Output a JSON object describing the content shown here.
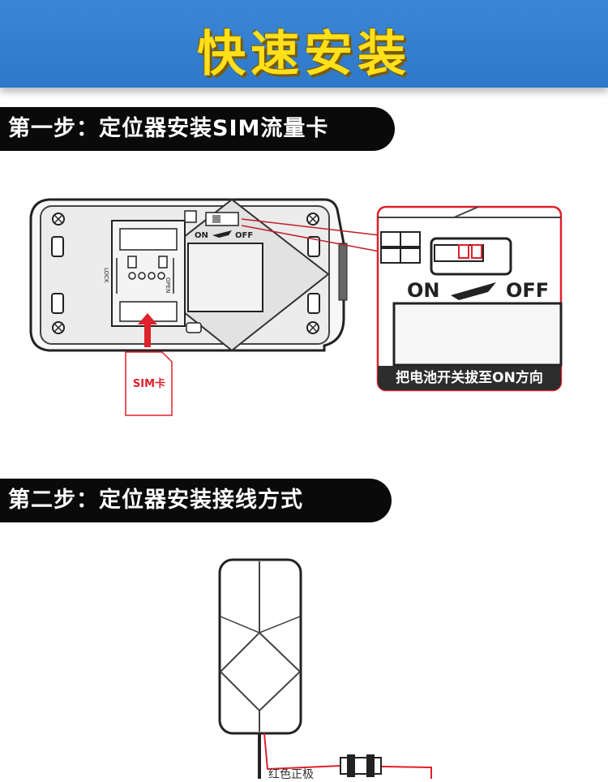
{
  "banner": {
    "title": "快速安装"
  },
  "step1": {
    "title": "第一步：定位器安装SIM流量卡"
  },
  "step2": {
    "title": "第二步：定位器安装接线方式"
  },
  "device_diagram": {
    "switch_on": "ON",
    "switch_off": "OFF",
    "slot_lock": "LOCK",
    "slot_open": "OPEN",
    "sim_card_label": "SIM卡"
  },
  "zoom_callout": {
    "switch_on": "ON",
    "switch_off": "OFF",
    "note": "把电池开关拔至ON方向"
  },
  "wiring": {
    "red_wire_label": "红色正极"
  },
  "colors": {
    "banner": "#2f78c8",
    "title_yellow": "#ffe01a",
    "accent_red": "#e0202a",
    "pill": "#0a0a0a"
  }
}
